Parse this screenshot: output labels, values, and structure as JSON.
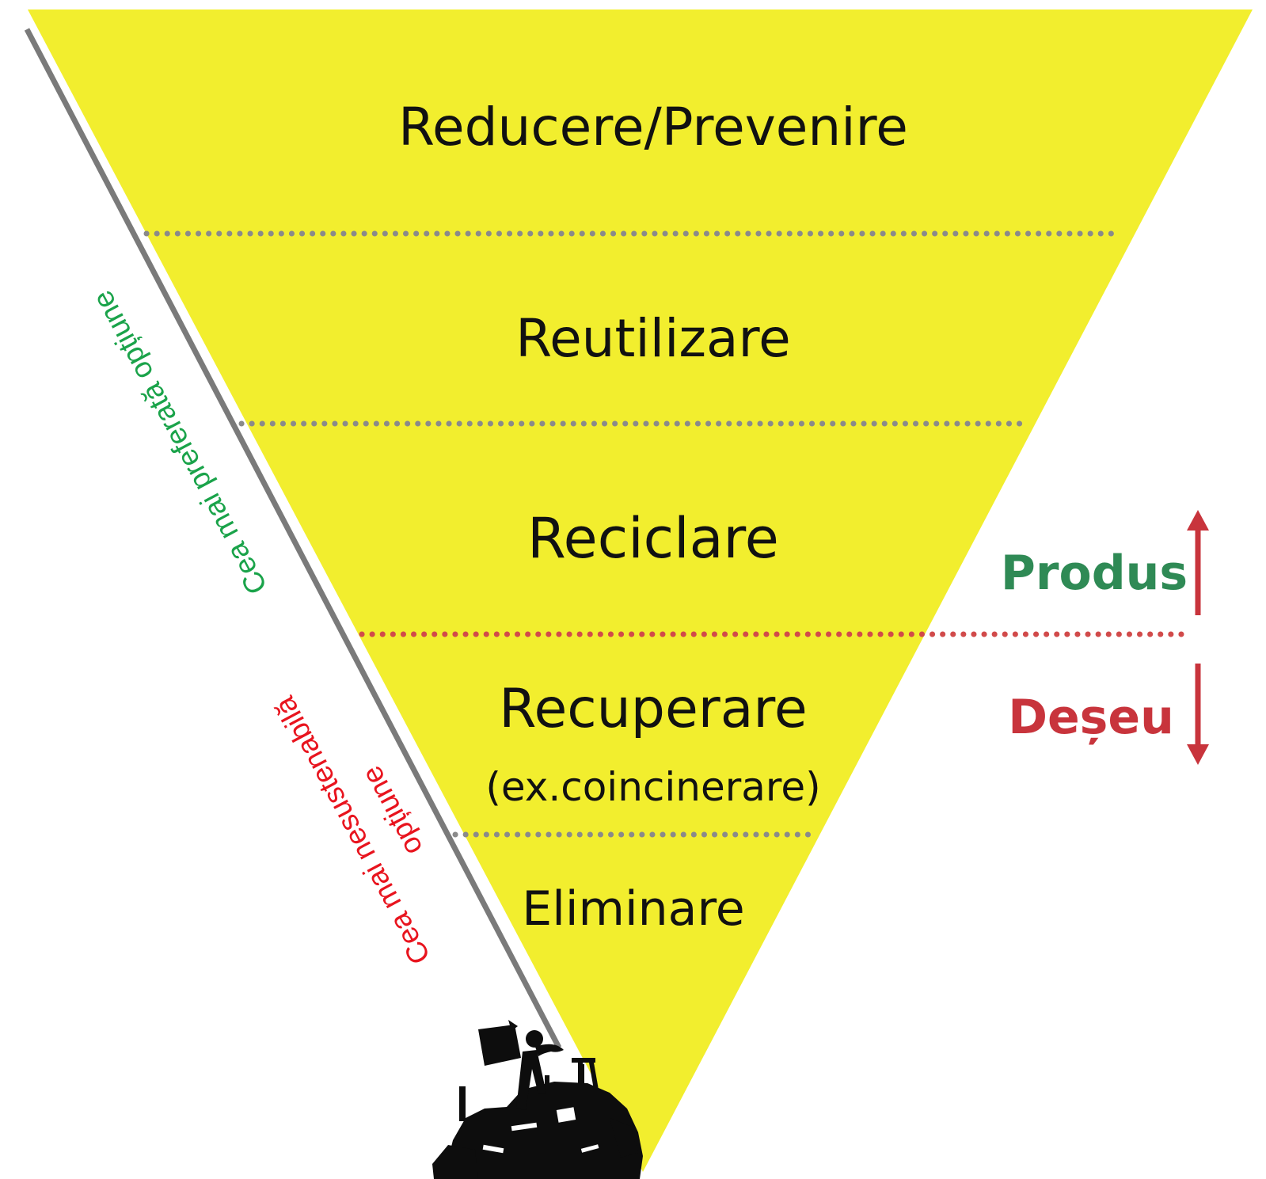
{
  "colors": {
    "pyramid_fill": "#f2ee2e",
    "tier_divider": "#8a8a8a",
    "product_waste_divider": "#d14a4a",
    "preferred_text": "#1aa34a",
    "unsustainable_text": "#e8141e",
    "produs": "#2f8a55",
    "deseu": "#c8343c",
    "side_line": "#7a7a7a"
  },
  "tiers": [
    {
      "label": "Reducere/Prevenire"
    },
    {
      "label": "Reutilizare"
    },
    {
      "label": "Reciclare"
    },
    {
      "label": "Recuperare",
      "sublabel": "(ex.coincinerare)"
    },
    {
      "label": "Eliminare"
    }
  ],
  "side_labels": {
    "preferred": "Cea mai preferată opțiune",
    "unsustainable_line1": "Cea mai nesustenabilă",
    "unsustainable_line2": "opțiune"
  },
  "flow": {
    "product": "Produs",
    "waste": "Deșeu"
  },
  "icons": {
    "up_arrow": "arrow-up-icon",
    "down_arrow": "arrow-down-icon",
    "landfill": "landfill-garbage-icon"
  }
}
